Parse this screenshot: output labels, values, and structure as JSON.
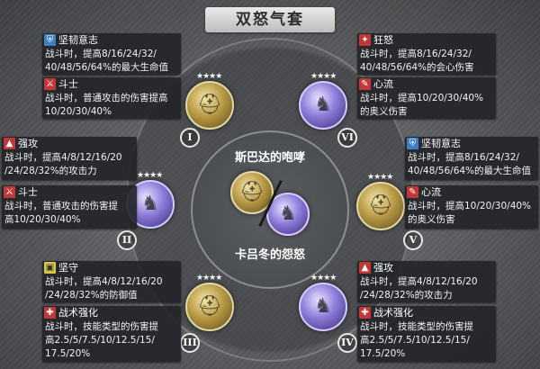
{
  "title": "双怒气套",
  "core": {
    "top_label": "斯巴达的咆哮",
    "bottom_label": "卡吕冬的怨怒"
  },
  "slots": [
    {
      "numeral": "I",
      "gem": "gold",
      "stars": "★★★★"
    },
    {
      "numeral": "II",
      "gem": "purple",
      "stars": "★★★★"
    },
    {
      "numeral": "III",
      "gem": "gold",
      "stars": "★★★★"
    },
    {
      "numeral": "IV",
      "gem": "purple",
      "stars": "★★★★"
    },
    {
      "numeral": "V",
      "gem": "gold",
      "stars": "★★★★"
    },
    {
      "numeral": "VI",
      "gem": "purple",
      "stars": "★★★★"
    }
  ],
  "skills": {
    "s1": {
      "icon": "blue",
      "name": "坚韧意志",
      "line1": "战斗时，提高8/16/24/32/",
      "line2": "40/48/56/64%的最大生命值"
    },
    "s2": {
      "icon": "red",
      "name": "斗士",
      "line1": "战斗时，普通攻击的伤害提高",
      "line2": "10/20/30/40%"
    },
    "s3": {
      "icon": "red",
      "name": "狂怒",
      "line1": "战斗时，提高8/16/24/32/",
      "line2": "40/48/56/64%的会心伤害"
    },
    "s4": {
      "icon": "red",
      "name": "心流",
      "line1": "战斗时，提高10/20/30/40%",
      "line2": "的奥义伤害"
    },
    "s5": {
      "icon": "red",
      "name": "强攻",
      "line1": "战斗时，提高4/8/12/16/20",
      "line2": "/24/28/32%的攻击力"
    },
    "s6": {
      "icon": "red",
      "name": "斗士",
      "line1": "战斗时，普通攻击的伤害提",
      "line2": "高10/20/30/40%"
    },
    "s7": {
      "icon": "blue",
      "name": "坚韧意志",
      "line1": "战斗时，提高8/16/24/32/",
      "line2": "40/48/56/64%的最大生命值"
    },
    "s8": {
      "icon": "red",
      "name": "心流",
      "line1": "战斗时，提高10/20/30/40%",
      "line2": "的奥义伤害"
    },
    "s9": {
      "icon": "yellow",
      "name": "坚守",
      "line1": "战斗时，提高4/8/12/16/20",
      "line2": "/24/28/32%的防御值"
    },
    "s10": {
      "icon": "red",
      "name": "战术强化",
      "line1": "战斗时，技能类型的伤害提",
      "line2": "高2.5/5/7.5/10/12.5/15/",
      "line3": "17.5/20%"
    },
    "s11": {
      "icon": "red",
      "name": "强攻",
      "line1": "战斗时，提高4/8/12/16/20",
      "line2": "/24/28/32%的攻击力"
    },
    "s12": {
      "icon": "red",
      "name": "战术强化",
      "line1": "战斗时，技能类型的伤害提",
      "line2": "高2.5/5/7.5/10/12.5/15/",
      "line3": "17.5/20%"
    }
  }
}
